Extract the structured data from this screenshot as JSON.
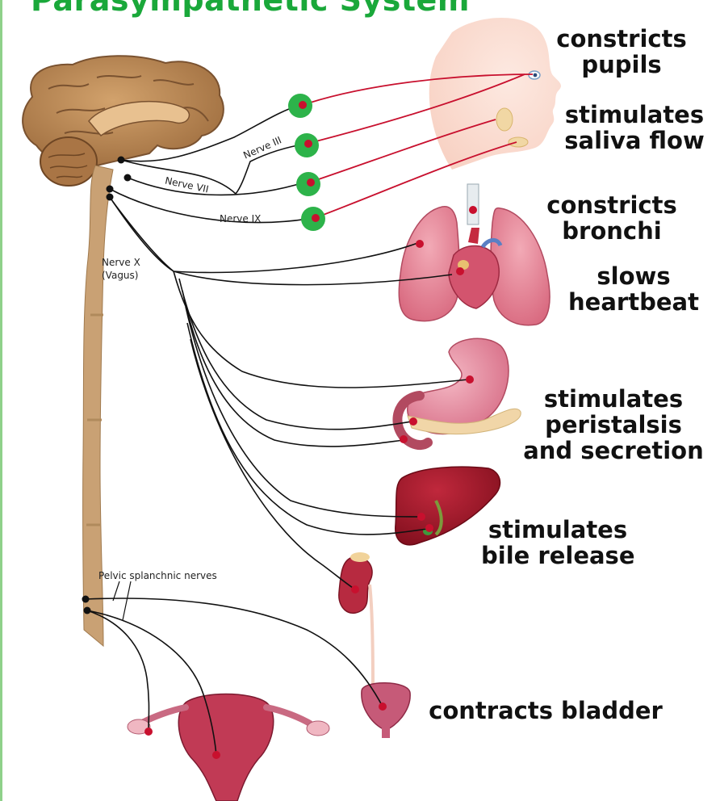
{
  "title": "Parasympathetic System",
  "nerve_labels": {
    "nerve_iii": "Nerve III",
    "nerve_vii": "Nerve VII",
    "nerve_ix": "Nerve IX",
    "nerve_x_line1": "Nerve X",
    "nerve_x_line2": "(Vagus)",
    "pelvic": "Pelvic splanchnic nerves"
  },
  "effects": {
    "eye": [
      "constricts",
      "pupils"
    ],
    "salivary": [
      "stimulates",
      "saliva flow"
    ],
    "lungs": [
      "constricts",
      "bronchi"
    ],
    "heart": [
      "slows",
      "heartbeat"
    ],
    "stomach": [
      "stimulates",
      "peristalsis",
      "and secretion"
    ],
    "liver": [
      "stimulates",
      "bile release"
    ],
    "bladder": [
      "contracts bladder"
    ]
  },
  "colors": {
    "title": "#1aa83a",
    "ganglion": "#2db34a",
    "nerve_line": "#111111",
    "postganglionic": "#c8102e",
    "brain": "#b98a55",
    "spinal_cord": "#c29a6b",
    "organ_red": "#a0182c",
    "organ_pink": "#e07c92"
  }
}
